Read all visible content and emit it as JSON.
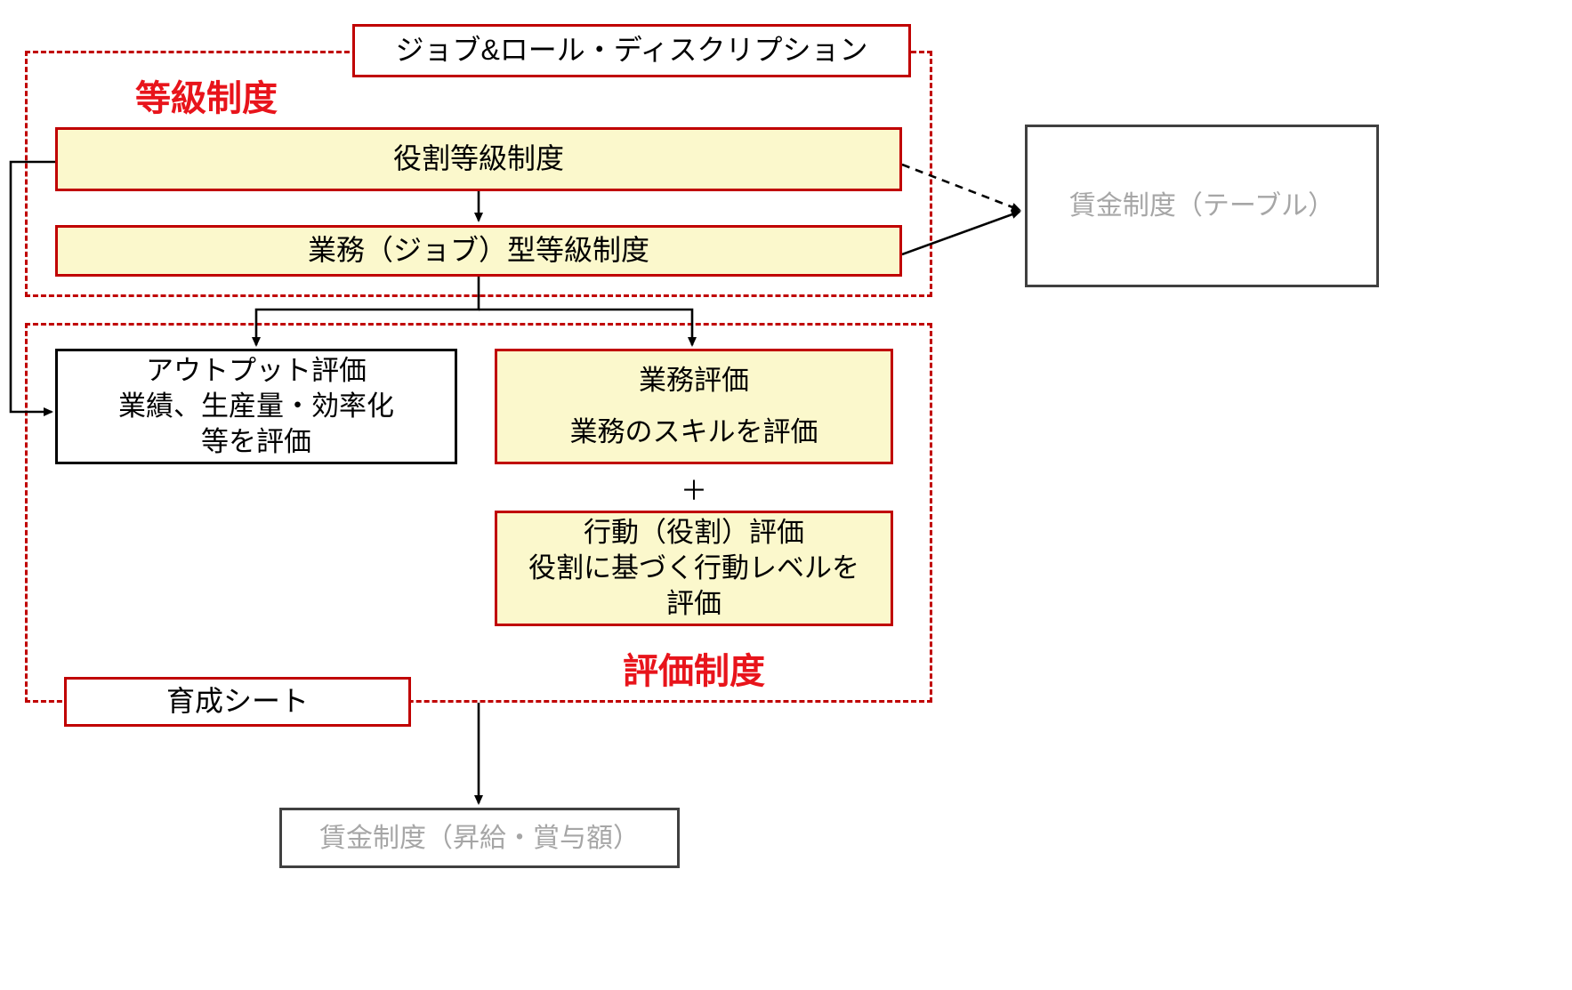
{
  "diagram": {
    "title_box": {
      "label": "ジョブ&ロール・ディスクリプション"
    },
    "groups": {
      "grading": {
        "label": "等級制度"
      },
      "evaluation": {
        "label": "評価制度"
      }
    },
    "boxes": {
      "role_grade": {
        "label": "役割等級制度"
      },
      "job_grade": {
        "label": "業務（ジョブ）型等級制度"
      },
      "wage_table": {
        "label": "賃金制度（テーブル）"
      },
      "output_eval": {
        "line1": "アウトプット評価",
        "line2": "業績、生産量・効率化",
        "line3": "等を評価"
      },
      "work_eval": {
        "line1": "業務評価",
        "line2": "業務のスキルを評価"
      },
      "behavior_eval": {
        "line1": "行動（役割）評価",
        "line2": "役割に基づく行動レベルを",
        "line3": "評価"
      },
      "development_sheet": {
        "label": "育成シート"
      },
      "wage_raise": {
        "label": "賃金制度（昇給・賞与額）"
      }
    },
    "operators": {
      "plus": "＋"
    },
    "colors": {
      "red_border": "#c00000",
      "red_label": "#e8141b",
      "yellow_fill": "#fbf8cc",
      "gray_text": "#a6a6a6",
      "black": "#000000"
    }
  }
}
